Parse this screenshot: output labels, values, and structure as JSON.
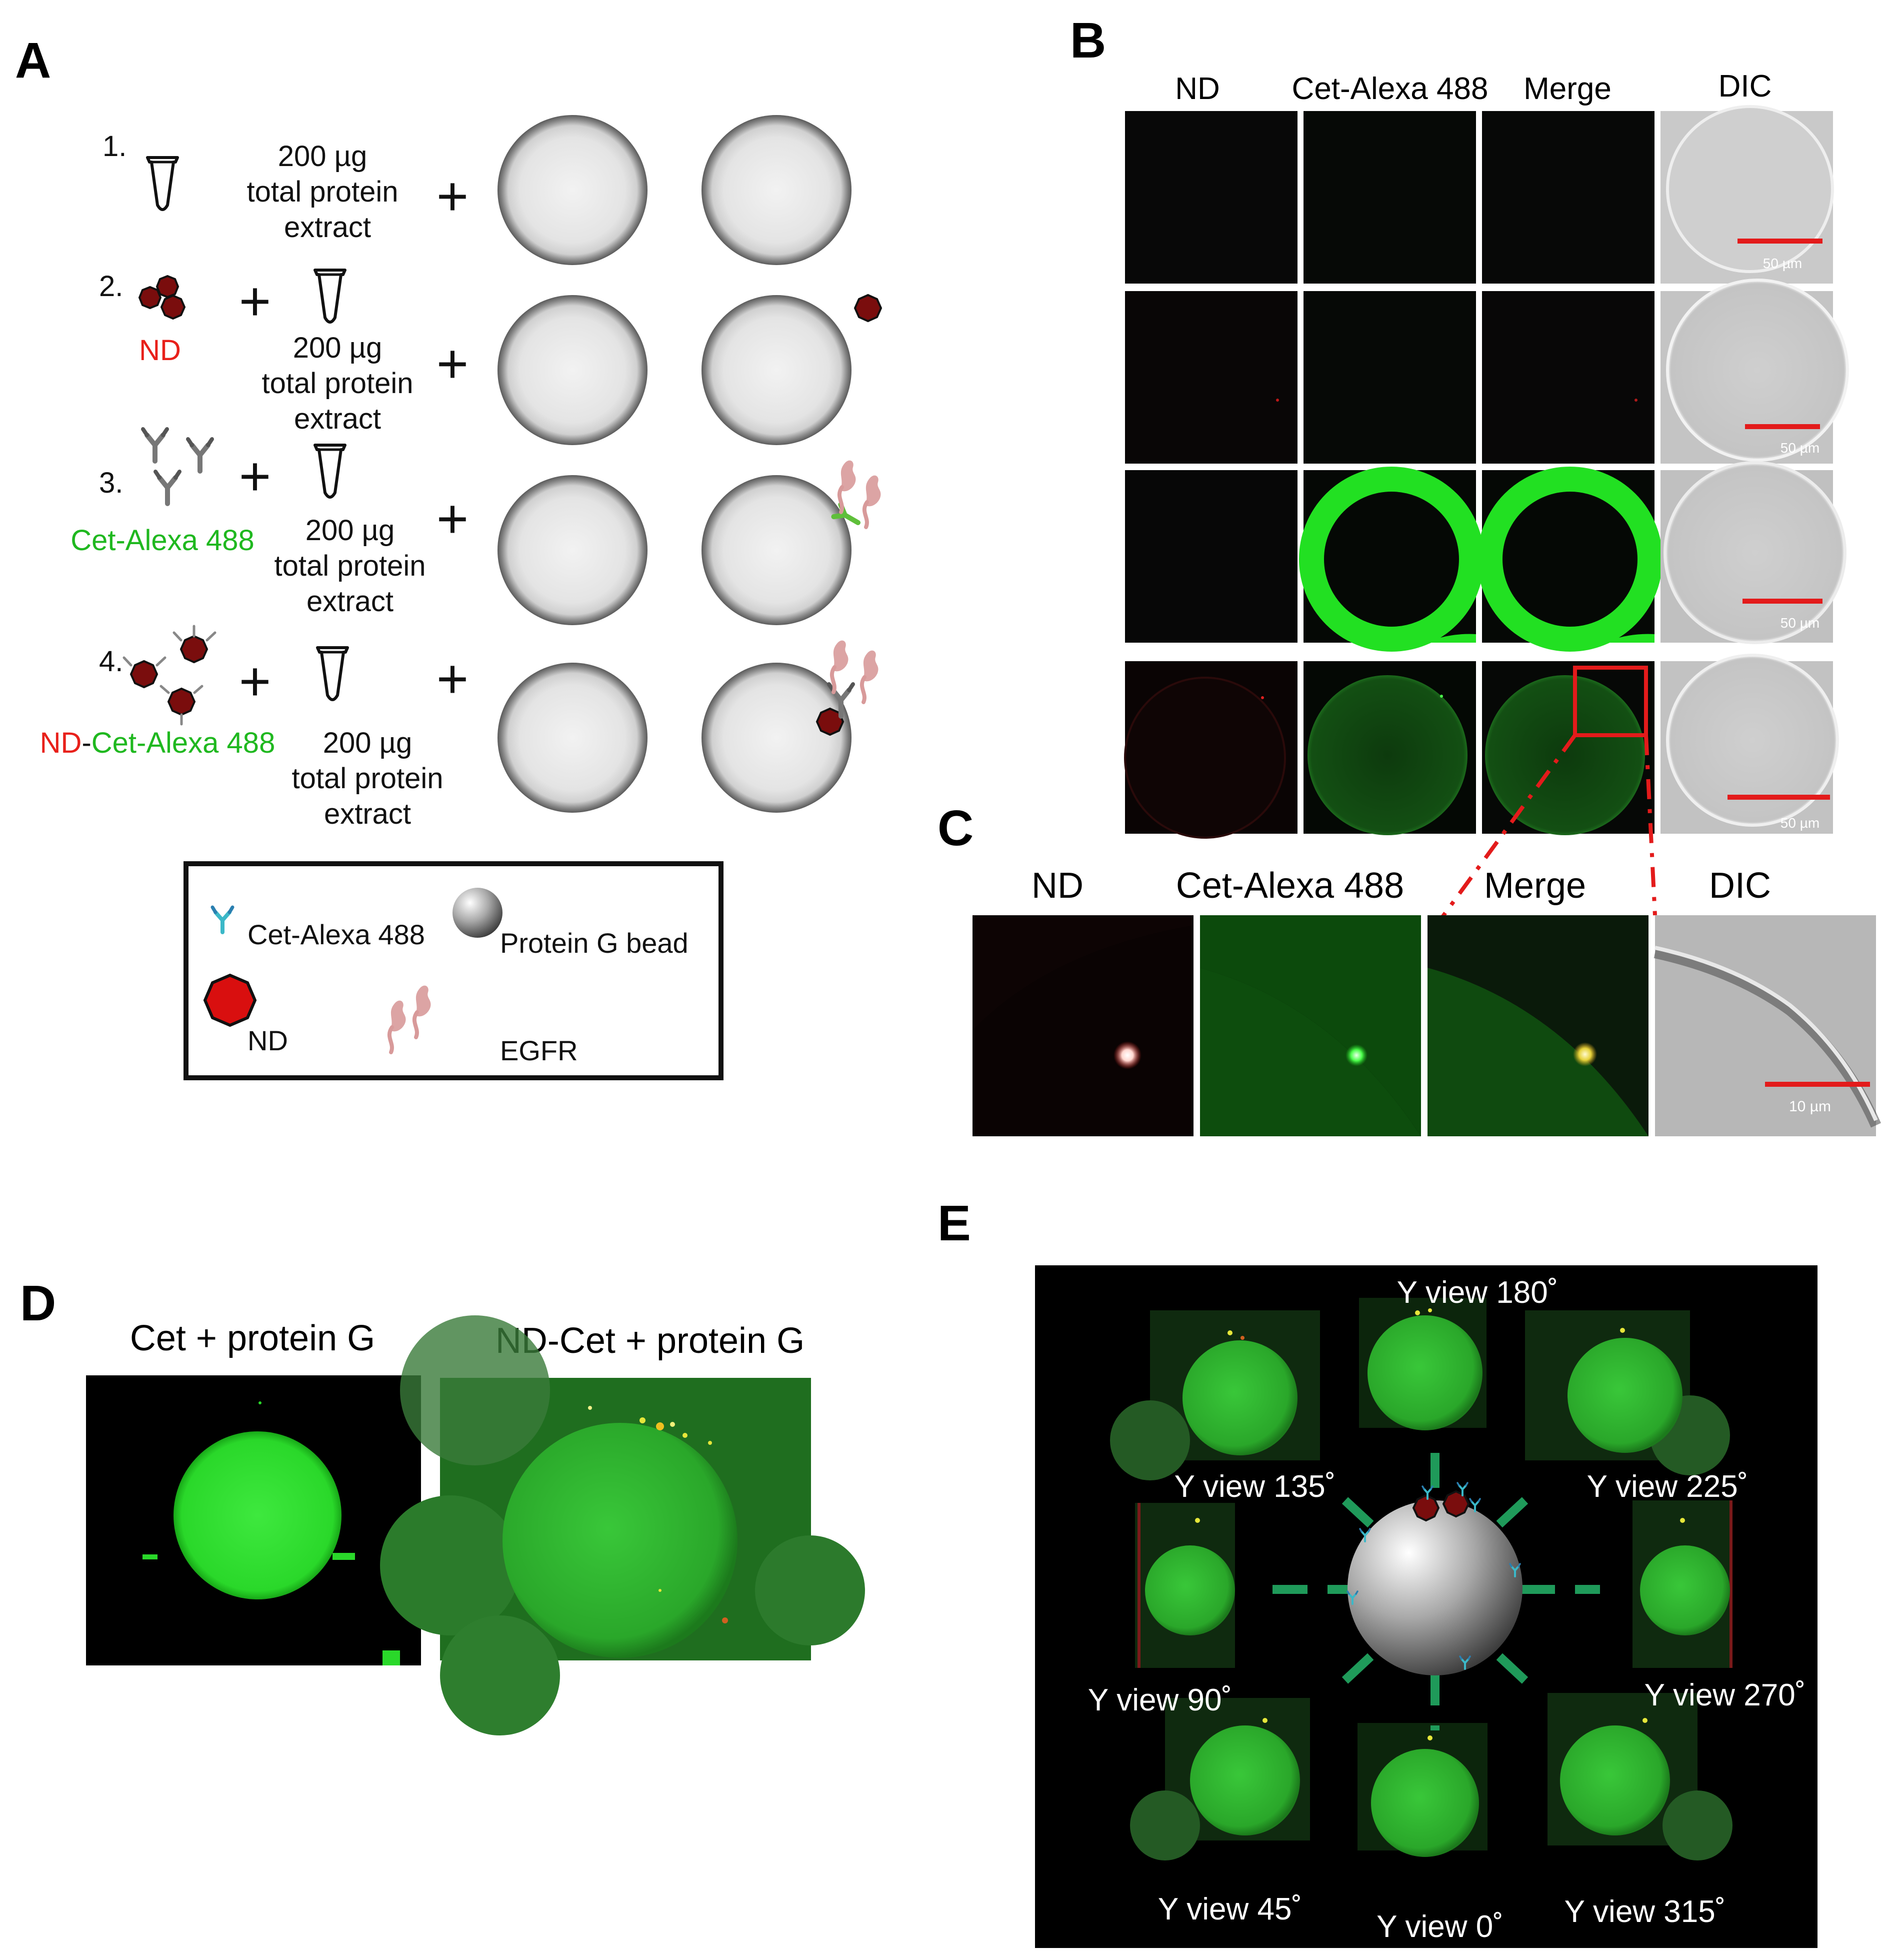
{
  "panel_letters": {
    "a": "A",
    "b": "B",
    "c": "C",
    "d": "D",
    "e": "E"
  },
  "panel_a": {
    "rows": [
      {
        "num": "1.",
        "protein_lines": [
          "200 µg",
          "total protein",
          "extract"
        ],
        "reagent_label": ""
      },
      {
        "num": "2.",
        "protein_lines": [
          "200 µg",
          "total protein",
          "extract"
        ],
        "reagent_label": "ND"
      },
      {
        "num": "3.",
        "protein_lines": [
          "200 µg",
          "total protein",
          "extract"
        ],
        "reagent_label": "Cet-Alexa 488"
      },
      {
        "num": "4.",
        "protein_lines": [
          "200 µg",
          "total protein",
          "extract"
        ],
        "reagent_label_a": "ND",
        "reagent_label_sep": "-",
        "reagent_label_b": "Cet-Alexa 488"
      }
    ],
    "plus": "+",
    "legend": {
      "antibody": "Cet-Alexa 488",
      "bead": "Protein G bead",
      "nd": "ND",
      "egfr": "EGFR"
    }
  },
  "panel_b": {
    "columns": [
      "ND",
      "Cet-Alexa 488",
      "Merge",
      "DIC"
    ],
    "scale_label": "50 µm"
  },
  "panel_c": {
    "columns": [
      "ND",
      "Cet-Alexa 488",
      "Merge",
      "DIC"
    ],
    "scale_label": "10 µm"
  },
  "panel_d": {
    "left_title": "Cet + protein G",
    "right_title": "ND-Cet + protein G"
  },
  "panel_e": {
    "views": [
      "Y view 180˚",
      "Y view 135˚",
      "Y view 225˚",
      "Y view 90˚",
      "Y view 270˚",
      "Y view 45˚",
      "Y view 0˚",
      "Y view 315˚"
    ]
  },
  "colors": {
    "nd_red": "#e8201a",
    "alexa_green": "#1fc41f",
    "scale_bar": "#e31b1b",
    "dash_green": "#1f9a5a"
  }
}
